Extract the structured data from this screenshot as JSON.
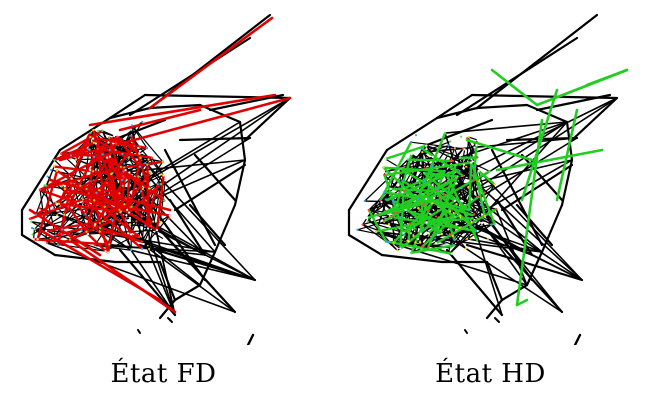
{
  "figure": {
    "panels": [
      {
        "id": "fd",
        "caption": "État FD",
        "base_color": "#000000",
        "highlight_color": "#e00000",
        "node_colors": [
          "#ff3b3b",
          "#3aa0ff",
          "#ffd400",
          "#55dd55",
          "#ffffff"
        ]
      },
      {
        "id": "hd",
        "caption": "État HD",
        "base_color": "#000000",
        "highlight_color": "#22cc22",
        "node_colors": [
          "#ff3b3b",
          "#3aa0ff",
          "#ffd400",
          "#55dd55",
          "#ffffff"
        ]
      }
    ]
  }
}
